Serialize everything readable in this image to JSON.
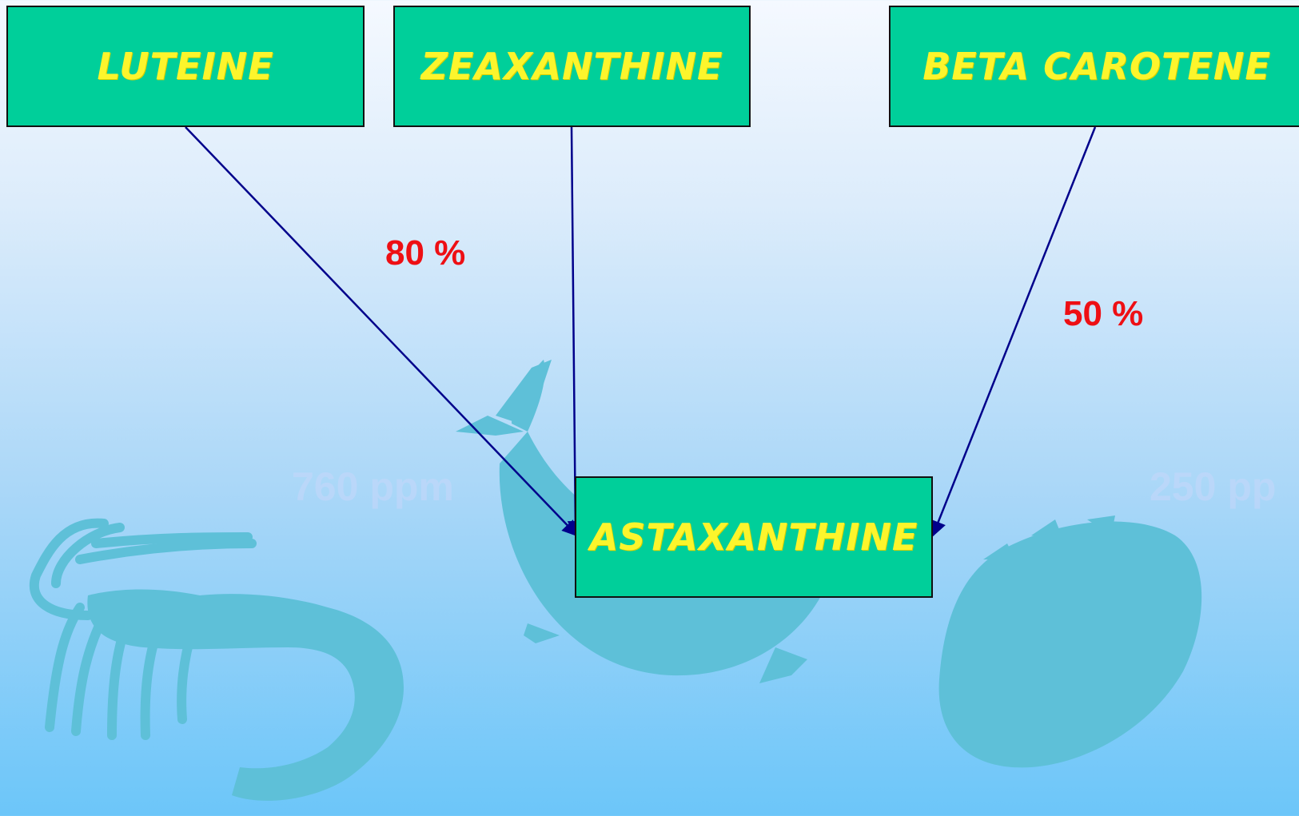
{
  "nodes": {
    "luteine": "LUTEINE",
    "zeaxanthine": "ZEAXANTHINE",
    "beta_carotene": "BETA CAROTENE",
    "astaxanthine": "ASTAXANTHINE"
  },
  "edge_labels": {
    "luteine_to_astaxanthine": "80 %",
    "beta_carotene_to_astaxanthine": "50 %"
  },
  "background_labels": {
    "left": "760 ppm",
    "right": "250 pp"
  },
  "colors": {
    "node_fill": "#00cf9a",
    "node_text": "#fcf52c",
    "edge_label": "#ee0f14",
    "arrow": "#00008b",
    "illustration": "#5ec0d8"
  },
  "illustrations": [
    "shrimp-illustration",
    "fish-illustration",
    "shellfish-illustration"
  ]
}
